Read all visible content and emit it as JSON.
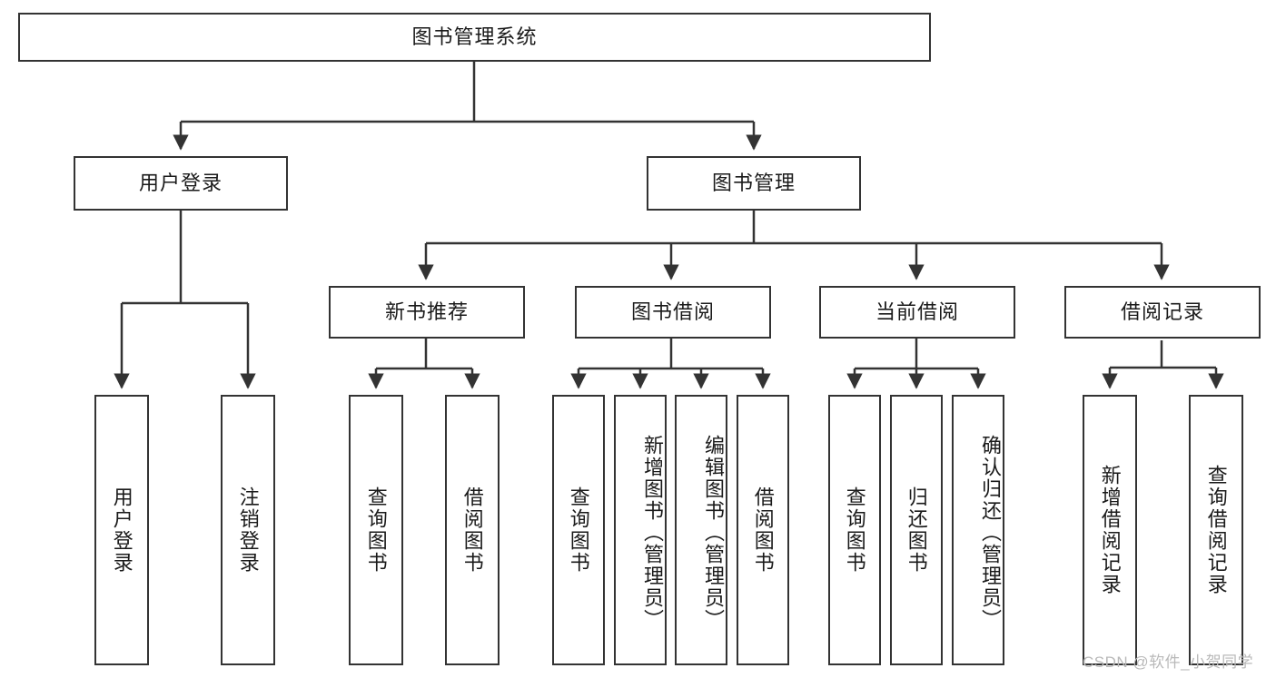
{
  "diagram": {
    "title_node": {
      "label": "图书管理系统"
    },
    "level2": [
      {
        "id": "user-login",
        "label": "用户登录"
      },
      {
        "id": "book-manage",
        "label": "图书管理"
      }
    ],
    "level3": [
      {
        "id": "new-book-recommend",
        "label": "新书推荐"
      },
      {
        "id": "book-borrow",
        "label": "图书借阅"
      },
      {
        "id": "current-borrow",
        "label": "当前借阅"
      },
      {
        "id": "borrow-record",
        "label": "借阅记录"
      }
    ],
    "leaves": [
      {
        "id": "leaf-user-login",
        "label": "用户登录"
      },
      {
        "id": "leaf-logout-login",
        "label": "注销登录"
      },
      {
        "id": "leaf-query-book-1",
        "label": "查询图书"
      },
      {
        "id": "leaf-borrow-book-1",
        "label": "借阅图书"
      },
      {
        "id": "leaf-query-book-2",
        "label": "查询图书"
      },
      {
        "id": "leaf-add-book-admin",
        "label": "新增图书（管理员）"
      },
      {
        "id": "leaf-edit-book-admin",
        "label": "编辑图书（管理员）"
      },
      {
        "id": "leaf-borrow-book-2",
        "label": "借阅图书"
      },
      {
        "id": "leaf-query-book-3",
        "label": "查询图书"
      },
      {
        "id": "leaf-return-book",
        "label": "归还图书"
      },
      {
        "id": "leaf-confirm-return-admin",
        "label": "确认归还（管理员）"
      },
      {
        "id": "leaf-add-borrow-record",
        "label": "新增借阅记录"
      },
      {
        "id": "leaf-query-borrow-record",
        "label": "查询借阅记录"
      }
    ],
    "watermark": "CSDN @软件_小贺同学",
    "colors": {
      "stroke": "#333333",
      "text": "#1a1a1a",
      "background": "#ffffff",
      "watermark": "#b9b9b9"
    }
  }
}
